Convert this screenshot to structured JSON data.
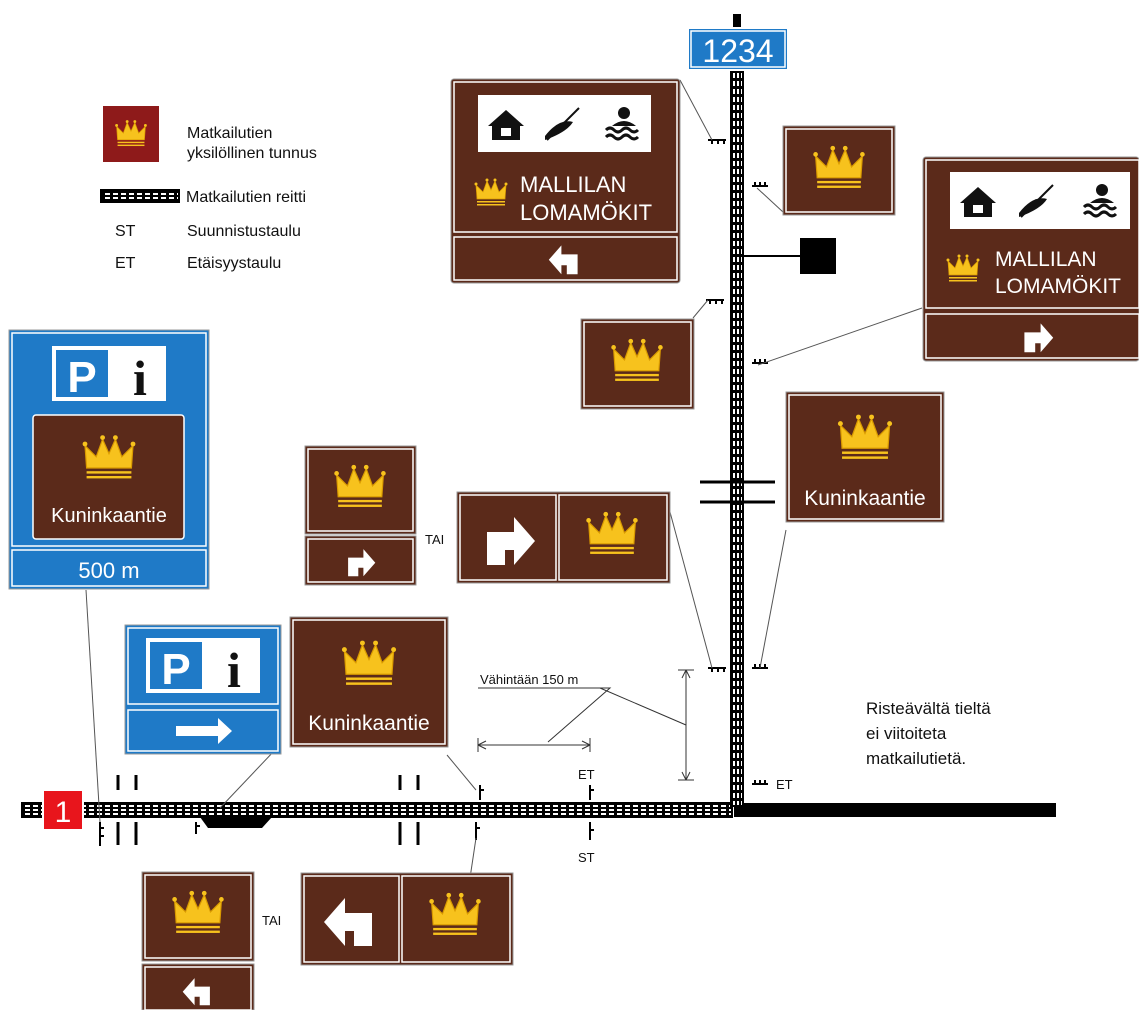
{
  "legend": {
    "symbol_label": "Matkailutien yksilöllinen tunnus",
    "symbol_label_line1": "Matkailutien",
    "symbol_label_line2": "yksilöllinen tunnus",
    "route_label": "Matkailutien reitti",
    "st_code": "ST",
    "st_label": "Suunnistustaulu",
    "et_code": "ET",
    "et_label": "Etäisyystaulu"
  },
  "road_numbers": {
    "main": "1",
    "side": "1234"
  },
  "signs": {
    "mallilan_line1": "MALLILAN",
    "mallilan_line2": "LOMAMÖKIT",
    "kuninkaantie": "Kuninkaantie",
    "distance": "500 m"
  },
  "labels": {
    "tai": "TAI",
    "minimum_distance": "Vähintään 150 m",
    "et": "ET",
    "st": "ST",
    "note_line1": "Risteävältä tieltä",
    "note_line2": "ei viitoiteta",
    "note_line3": "matkailutietä."
  },
  "colors": {
    "brown": "#5b2a1a",
    "blue": "#1f7ac7",
    "red": "#e8151c",
    "gold": "#f7c21d",
    "road": "#000000"
  }
}
